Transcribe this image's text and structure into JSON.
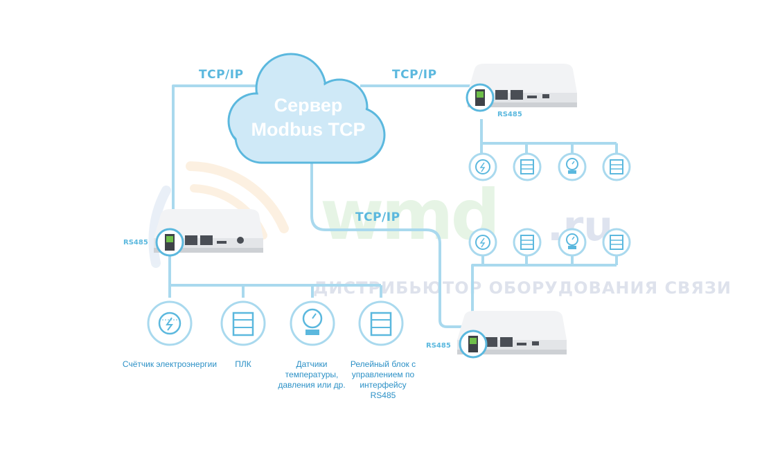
{
  "diagram": {
    "cloud_line1": "Сервер",
    "cloud_line2": "Modbus TCP",
    "tcp_ip_left": "TCP/IP",
    "tcp_ip_top_right": "TCP/IP",
    "tcp_ip_middle": "TCP/IP",
    "rs485_top_gateway": "RS485",
    "rs485_left_gateway": "RS485",
    "rs485_bottom_gateway": "RS485"
  },
  "devices": {
    "meter_label": "Счётчик электроэнергии",
    "plc_label": "ПЛК",
    "sensor_label": "Датчики температуры, давления или др.",
    "relay_label": "Релейный блок с управлением по интерфейсу RS485"
  },
  "watermark": {
    "logo": "wmd",
    "domain": ".ru",
    "tagline": "ДИСТРИБЬЮТОР ОБОРУДОВАНИЯ СВЯЗИ"
  },
  "colors": {
    "line": "#a9d9ee",
    "accent": "#5bb8de",
    "label": "#2b90c6",
    "cloud": "#cfe9f7"
  }
}
